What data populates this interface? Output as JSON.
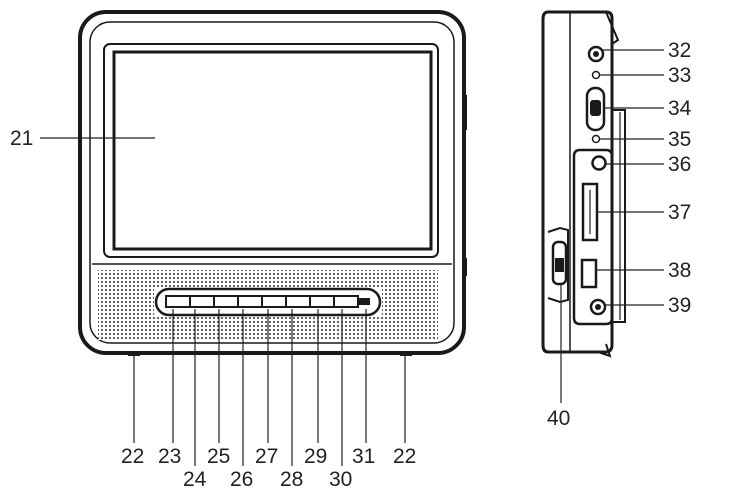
{
  "diagram": {
    "front_labels": {
      "screen": "21",
      "speaker_left": "22",
      "speaker_right": "22",
      "button_1": "23",
      "button_2": "24",
      "button_3": "25",
      "button_4": "26",
      "button_5": "27",
      "button_6": "28",
      "button_7": "29",
      "button_8": "30",
      "button_9": "31"
    },
    "side_labels": {
      "jack_top": "32",
      "led_top": "33",
      "slide_switch": "34",
      "led_mid": "35",
      "knob": "36",
      "card_slot": "37",
      "usb_port": "38",
      "jack_bottom": "39",
      "stand_switch": "40"
    },
    "colors": {
      "ink": "#1a1a1a",
      "screen_fill": "#ffffff",
      "grille": "#555555"
    }
  }
}
